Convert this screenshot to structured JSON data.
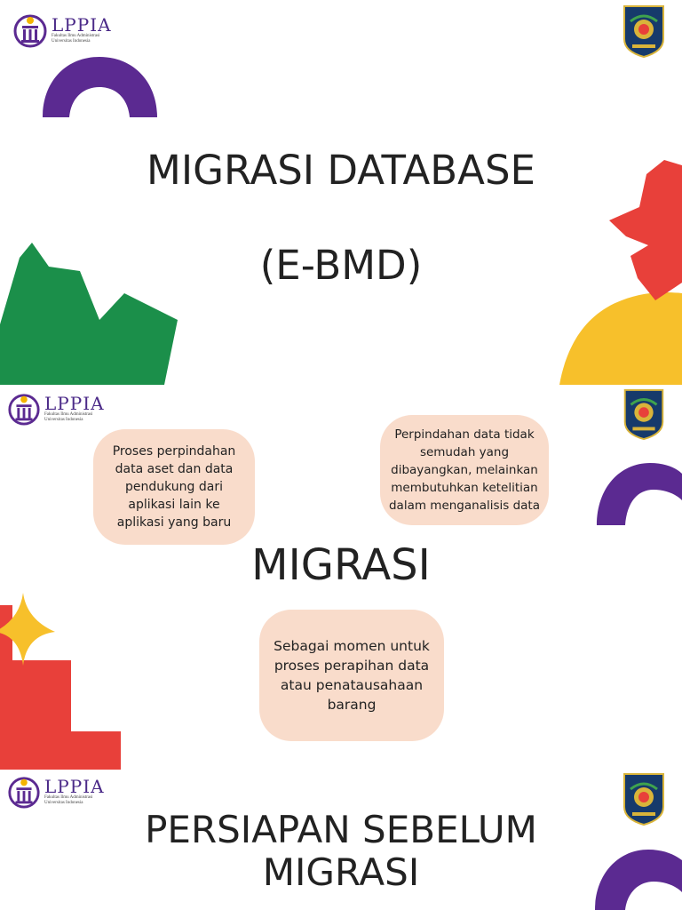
{
  "logo": {
    "name": "LPPIA",
    "subtitle_line1": "Fakultas Ilmu Administrasi",
    "subtitle_line2": "Universitas Indonesia"
  },
  "colors": {
    "purple": "#5b2a91",
    "green": "#1b8f4a",
    "red": "#e8403a",
    "yellow": "#f7c02b",
    "bubble": "#f9dccb",
    "seal_navy": "#163a6b"
  },
  "slide1": {
    "title_line1": "MIGRASI DATABASE",
    "title_line2": "(E-BMD)"
  },
  "slide2": {
    "title": "MIGRASI",
    "bubble_left": "Proses perpindahan data aset dan data pendukung dari aplikasi lain ke aplikasi yang baru",
    "bubble_right": "Perpindahan data tidak semudah yang dibayangkan, melainkan membutuhkan ketelitian dalam menganalisis data",
    "bubble_bottom": "Sebagai momen untuk proses perapihan data atau penatausahaan barang"
  },
  "slide3": {
    "title_line1": "PERSIAPAN SEBELUM",
    "title_line2": "MIGRASI"
  }
}
